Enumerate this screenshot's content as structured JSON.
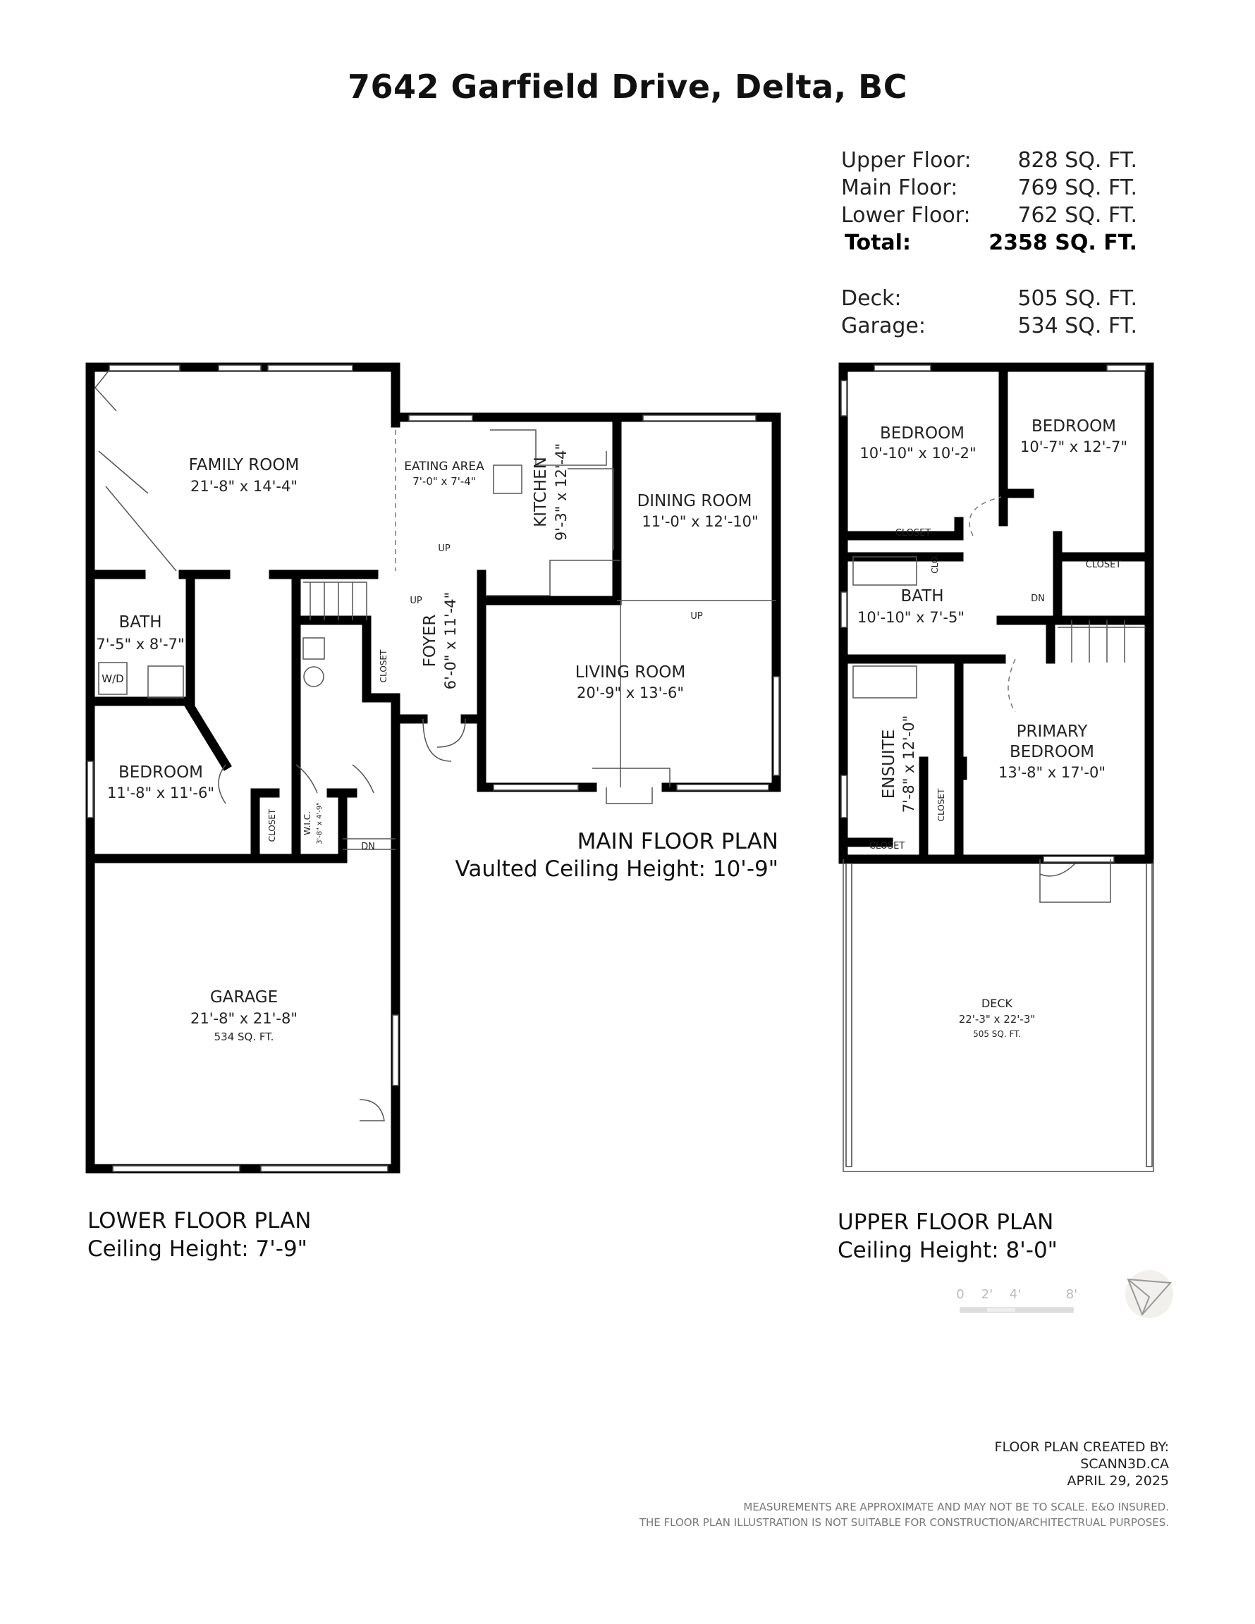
{
  "title": "7642 Garfield Drive, Delta, BC",
  "areas": [
    {
      "label": "Upper Floor:",
      "value": "828 SQ. FT."
    },
    {
      "label": "Main Floor:",
      "value": "769 SQ. FT."
    },
    {
      "label": "Lower Floor:",
      "value": "762 SQ. FT."
    },
    {
      "label": "Total:",
      "value": "2358 SQ. FT."
    },
    {
      "label": "Deck:",
      "value": "505 SQ. FT."
    },
    {
      "label": "Garage:",
      "value": "534 SQ. FT."
    }
  ],
  "lower_main": {
    "family_room": {
      "name": "FAMILY ROOM",
      "dims": "21'-8\" x 14'-4\""
    },
    "eating_area": {
      "name": "EATING AREA",
      "dims": "7'-0\" x 7'-4\""
    },
    "kitchen": {
      "name": "KITCHEN",
      "dims": "9'-3\" x 12'-4\""
    },
    "dining_room": {
      "name": "DINING ROOM",
      "dims": "11'-0\" x 12'-10\""
    },
    "bath": {
      "name": "BATH",
      "dims": "7'-5\" x 8'-7\""
    },
    "wd": "W/D",
    "foyer": {
      "name": "FOYER",
      "dims": "6'-0\" x 11'-4\""
    },
    "foyer_closet": "CLOSET",
    "living_room": {
      "name": "LIVING ROOM",
      "dims": "20'-9\" x 13'-6\""
    },
    "bedroom": {
      "name": "BEDROOM",
      "dims": "11'-8\" x 11'-6\""
    },
    "bedroom_closet": "CLOSET",
    "wic": {
      "name": "W.I.C.",
      "dims": "3'-8\" x 4'-9\""
    },
    "garage": {
      "name": "GARAGE",
      "dims": "21'-8\" x 21'-8\"",
      "area": "534 SQ. FT."
    },
    "up": "UP",
    "dn": "DN"
  },
  "main_plan": {
    "title": "MAIN FLOOR PLAN",
    "subtitle": "Vaulted Ceiling Height: 10'-9\""
  },
  "lower_plan": {
    "title": "LOWER FLOOR PLAN",
    "subtitle": "Ceiling Height: 7'-9\""
  },
  "upper": {
    "bedroom1": {
      "name": "BEDROOM",
      "dims": "10'-10\" x 10'-2\""
    },
    "bedroom2": {
      "name": "BEDROOM",
      "dims": "10'-7\" x 12'-7\""
    },
    "closet": "CLOSET",
    "clo": "CLO.",
    "bath": {
      "name": "BATH",
      "dims": "10'-10\" x 7'-5\""
    },
    "dn": "DN",
    "primary": {
      "name1": "PRIMARY",
      "name2": "BEDROOM",
      "dims": "13'-8\" x 17'-0\""
    },
    "ensuite": {
      "name": "ENSUITE",
      "dims": "7'-8\" x 12'-0\""
    },
    "deck": {
      "name": "DECK",
      "dims": "22'-3\" x 22'-3\"",
      "area": "505 SQ. FT."
    }
  },
  "upper_plan": {
    "title": "UPPER FLOOR PLAN",
    "subtitle": "Ceiling Height: 8'-0\""
  },
  "scale_bar": [
    "0",
    "2'",
    "4'",
    "8'"
  ],
  "logo_icon": "paper-plane-compass-logo",
  "credits": [
    "FLOOR PLAN CREATED BY:",
    "SCANN3D.CA",
    "APRIL 29, 2025"
  ],
  "disclaimer": [
    "MEASUREMENTS ARE APPROXIMATE AND MAY NOT BE TO SCALE. E&O INSURED.",
    "THE FLOOR PLAN ILLUSTRATION IS NOT SUITABLE FOR CONSTRUCTION/ARCHITECTRUAL PURPOSES."
  ]
}
